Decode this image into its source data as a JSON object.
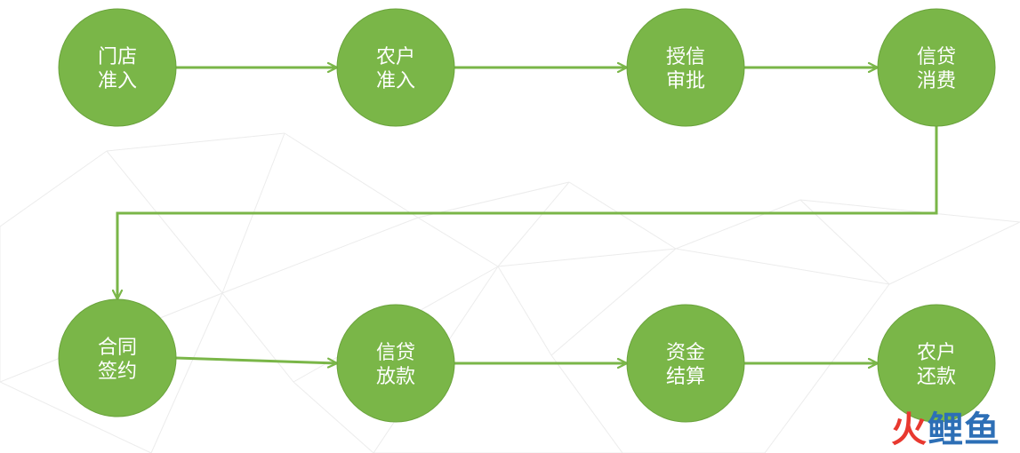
{
  "colors": {
    "node_fill": "#7ab648",
    "node_stroke": "#6aa33c",
    "connector": "#7ab648",
    "background_lines": "#ececec",
    "watermark_red": "#e8382f",
    "watermark_blue": "#2d6fb6"
  },
  "nodes": [
    {
      "id": "store-entry",
      "lines": [
        "门店",
        "准入"
      ]
    },
    {
      "id": "farmer-entry",
      "lines": [
        "农户",
        "准入"
      ]
    },
    {
      "id": "credit-approval",
      "lines": [
        "授信",
        "审批"
      ]
    },
    {
      "id": "credit-consumption",
      "lines": [
        "信贷",
        "消费"
      ]
    },
    {
      "id": "contract-signing",
      "lines": [
        "合同",
        "签约"
      ]
    },
    {
      "id": "loan-disbursement",
      "lines": [
        "信贷",
        "放款"
      ]
    },
    {
      "id": "fund-settlement",
      "lines": [
        "资金",
        "结算"
      ]
    },
    {
      "id": "farmer-repayment",
      "lines": [
        "农户",
        "还款"
      ]
    }
  ],
  "edges": [
    {
      "from": "store-entry",
      "to": "farmer-entry"
    },
    {
      "from": "farmer-entry",
      "to": "credit-approval"
    },
    {
      "from": "credit-approval",
      "to": "credit-consumption"
    },
    {
      "from": "credit-consumption",
      "to": "contract-signing"
    },
    {
      "from": "contract-signing",
      "to": "loan-disbursement"
    },
    {
      "from": "loan-disbursement",
      "to": "fund-settlement"
    },
    {
      "from": "fund-settlement",
      "to": "farmer-repayment"
    }
  ],
  "watermark": {
    "part1": "火",
    "part2": "鲤鱼"
  }
}
